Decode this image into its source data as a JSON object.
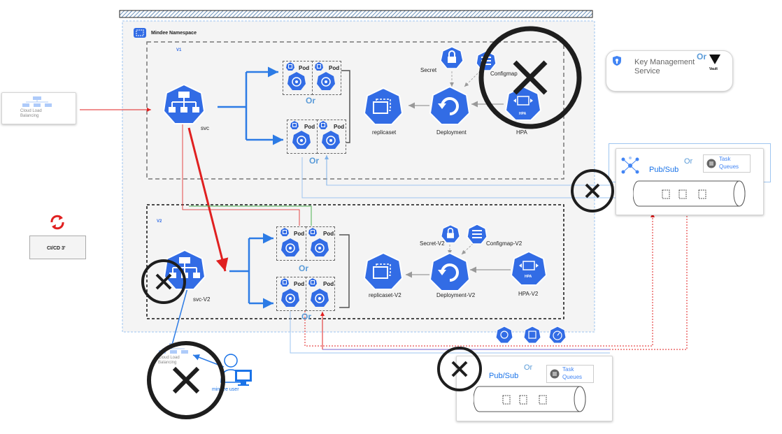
{
  "namespace": {
    "title": "Mindee Namespace"
  },
  "v1": {
    "tag": "V1",
    "svc_label": "svc",
    "replicaset_label": "replicaset",
    "deployment_label": "Deployment",
    "hpa_label": "HPA",
    "hpa_icon_text": "HPA",
    "secret_label": "Secret",
    "configmap_label": "Configmap",
    "pod_label": "Pod",
    "or_label": "Or"
  },
  "v2": {
    "tag": "V2",
    "svc_label": "svc-V2",
    "replicaset_label": "replicaset-V2",
    "deployment_label": "Deployment-V2",
    "hpa_label": "HPA-V2",
    "hpa_icon_text": "HPA",
    "secret_label": "Secret-V2",
    "configmap_label": "Configmap-V2",
    "pod_label": "Pod",
    "or_label": "Or"
  },
  "cloud_lb": {
    "line1": "Cloud Load",
    "line2": "Balancing"
  },
  "cloud_lb_bottom": {
    "line1": "Cloud Load",
    "line2": "Balancing"
  },
  "cicd": {
    "label": "CI/CD  3'"
  },
  "kms": {
    "line1": "Key Management",
    "line2": "Service",
    "or_label": "Or",
    "vault_text": "Vault"
  },
  "pubsub_top": {
    "label": "Pub/Sub",
    "or_label": "Or",
    "task_line1": "Task",
    "task_line2": "Queues"
  },
  "pubsub_bottom": {
    "label": "Pub/Sub",
    "or_label": "Or",
    "task_line1": "Task",
    "task_line2": "Queues"
  },
  "user": {
    "label": "mindee user"
  },
  "colors": {
    "k8s_blue": "#326ce5",
    "arrow_blue": "#2c7be5",
    "arrow_red": "#e02020",
    "line_green": "#4caf50",
    "pale_blue": "#9ec5f0",
    "or_blue": "#5a9bd8",
    "cross": "#1e1e1e"
  }
}
